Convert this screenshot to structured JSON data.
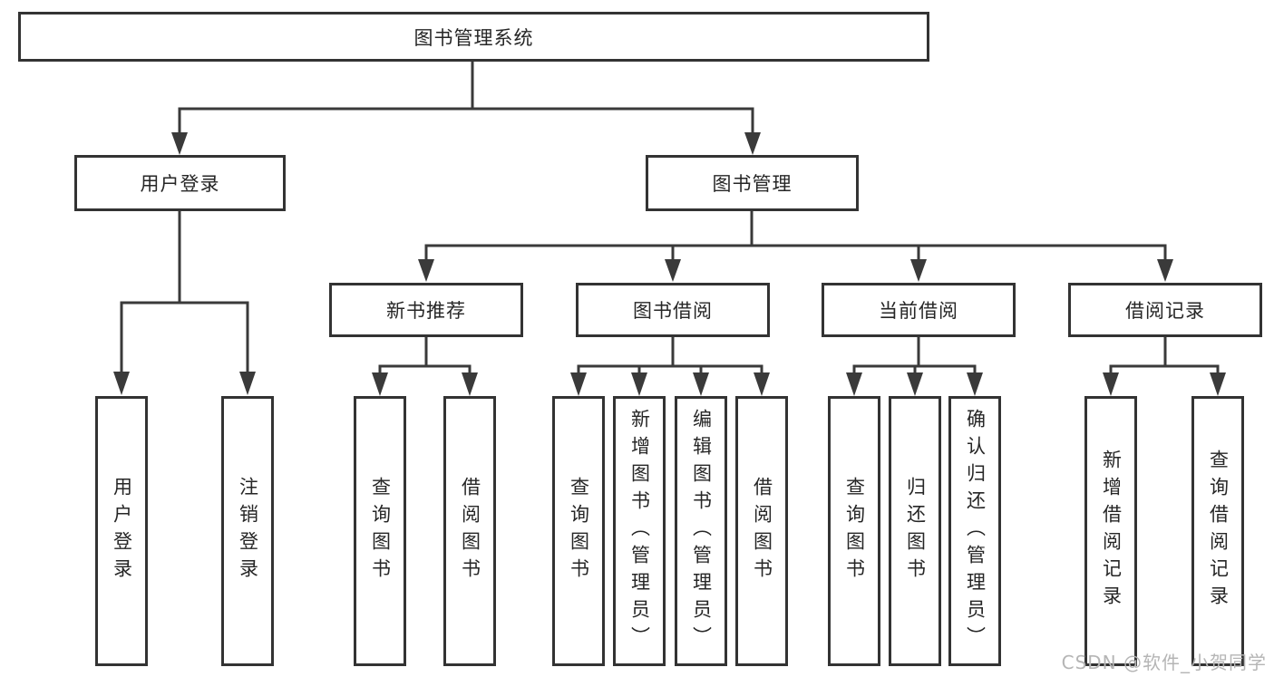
{
  "diagram": {
    "root": {
      "label": "图书管理系统"
    },
    "branches": [
      {
        "label": "用户登录",
        "children": [
          {
            "label": "用户登录"
          },
          {
            "label": "注销登录"
          }
        ]
      },
      {
        "label": "图书管理",
        "groups": [
          {
            "label": "新书推荐",
            "children": [
              {
                "label": "查询图书"
              },
              {
                "label": "借阅图书"
              }
            ]
          },
          {
            "label": "图书借阅",
            "children": [
              {
                "label": "查询图书"
              },
              {
                "label": "新增图书（管理员）"
              },
              {
                "label": "编辑图书（管理员）"
              },
              {
                "label": "借阅图书"
              }
            ]
          },
          {
            "label": "当前借阅",
            "children": [
              {
                "label": "查询图书"
              },
              {
                "label": "归还图书"
              },
              {
                "label": "确认归还（管理员）"
              }
            ]
          },
          {
            "label": "借阅记录",
            "children": [
              {
                "label": "新增借阅记录"
              },
              {
                "label": "查询借阅记录"
              }
            ]
          }
        ]
      }
    ]
  },
  "watermark": {
    "text": "CSDN @软件_小贺同学"
  },
  "colors": {
    "line": "#3a3a3a",
    "border": "#333333",
    "text": "#262626",
    "background": "#ffffff",
    "watermark": "#b5b5b5"
  }
}
